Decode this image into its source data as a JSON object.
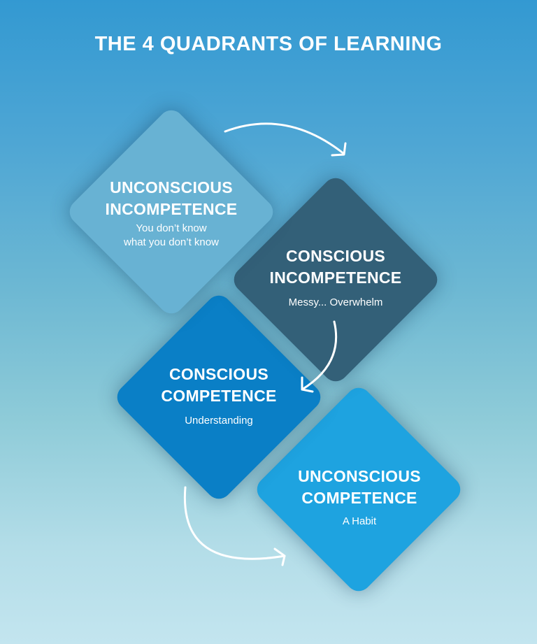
{
  "title": "THE 4 QUADRANTS OF LEARNING",
  "quadrants": [
    {
      "line1": "UNCONSCIOUS",
      "line2": "INCOMPETENCE",
      "sub1": "You don’t know",
      "sub2": "what you don’t know",
      "color": "#68b2d3"
    },
    {
      "line1": "CONSCIOUS",
      "line2": "INCOMPETENCE",
      "sub1": "Messy... Overwhelm",
      "sub2": "",
      "color": "#336078"
    },
    {
      "line1": "CONSCIOUS",
      "line2": "COMPETENCE",
      "sub1": "Understanding",
      "sub2": "",
      "color": "#0a7fc6"
    },
    {
      "line1": "UNCONSCIOUS",
      "line2": "COMPETENCE",
      "sub1": "A Habit",
      "sub2": "",
      "color": "#1ea3e0"
    }
  ],
  "arrows": [
    {
      "from": "UNCONSCIOUS INCOMPETENCE",
      "to": "CONSCIOUS INCOMPETENCE"
    },
    {
      "from": "CONSCIOUS INCOMPETENCE",
      "to": "CONSCIOUS COMPETENCE"
    },
    {
      "from": "CONSCIOUS COMPETENCE",
      "to": "UNCONSCIOUS COMPETENCE"
    }
  ]
}
